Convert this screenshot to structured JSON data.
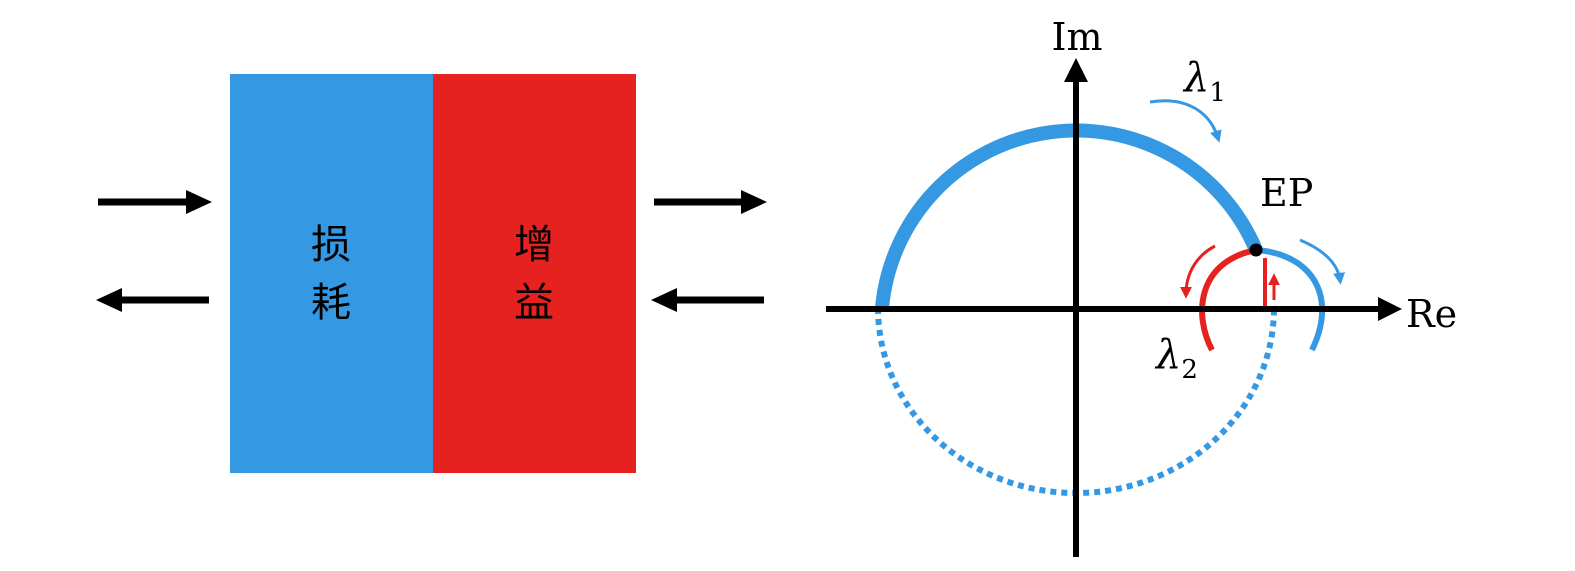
{
  "colors": {
    "loss": "#3598E2",
    "gain": "#E62220",
    "ink": "#000000",
    "background": "#FFFFFF"
  },
  "slab": {
    "loss_label": [
      "损",
      "耗"
    ],
    "gain_label": [
      "增",
      "益"
    ]
  },
  "plane": {
    "imag_axis_label": "Im",
    "real_axis_label": "Re",
    "ep_label": "EP",
    "lambda1": {
      "symbol": "λ",
      "subscript": "1"
    },
    "lambda2": {
      "symbol": "λ",
      "subscript": "2"
    }
  }
}
